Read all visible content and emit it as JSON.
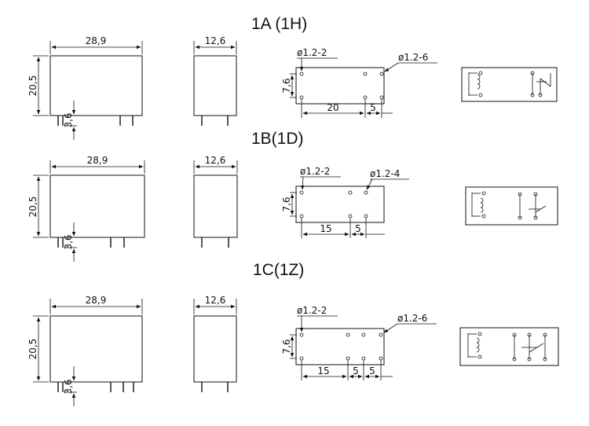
{
  "sections": [
    {
      "title": "1A (1H)",
      "dims": {
        "width": "28,9",
        "height": "20,5",
        "pin_length": "3,6",
        "depth": "12,6",
        "row_spacing": "7,6",
        "spacing_1": "20",
        "spacing_2": "5",
        "spacing_3": ""
      },
      "holes": {
        "small": "ø1.2-2",
        "large": "ø1.2-6"
      }
    },
    {
      "title": "1B(1D)",
      "dims": {
        "width": "28,9",
        "height": "20,5",
        "pin_length": "3,6",
        "depth": "12,6",
        "row_spacing": "7,6",
        "spacing_1": "15",
        "spacing_2": "5",
        "spacing_3": ""
      },
      "holes": {
        "small": "ø1.2-2",
        "large": "ø1.2-4"
      }
    },
    {
      "title": "1C(1Z)",
      "dims": {
        "width": "28,9",
        "height": "20,5",
        "pin_length": "3,6",
        "depth": "12,6",
        "row_spacing": "7,6",
        "spacing_1": "15",
        "spacing_2": "5",
        "spacing_3": "5"
      },
      "holes": {
        "small": "ø1.2-2",
        "large": "ø1.2-6"
      }
    }
  ]
}
